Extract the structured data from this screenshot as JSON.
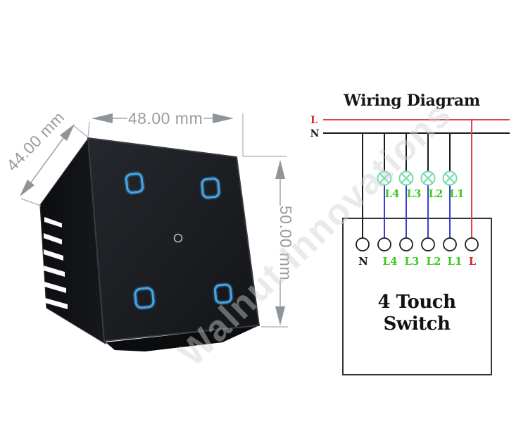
{
  "watermark": {
    "text": "Walnut Innovations"
  },
  "product": {
    "dimensions": {
      "width": "48.00 mm",
      "depth": "44.00 mm",
      "height": "50.00 mm"
    },
    "touch_button_count": 4,
    "colors": {
      "panel_black": "#1d1f23",
      "body_black": "#0f1013",
      "touch_button_blue": "#45a4e6",
      "dimension_gray": "#979c9f"
    }
  },
  "wiring": {
    "title": "Wiring Diagram",
    "live_label": "L",
    "neutral_label": "N",
    "lamp_labels": [
      "L4",
      "L3",
      "L2",
      "L1"
    ],
    "terminal_labels": [
      "N",
      "L4",
      "L3",
      "L2",
      "L1",
      "L"
    ],
    "switch_name_line1": "4 Touch",
    "switch_name_line2": "Switch",
    "colors": {
      "live_red": "#e04350",
      "label_red": "#d8232e",
      "neutral_black": "#1a1a1a",
      "load_blue": "#3d3ecb",
      "lamp_teal": "#6fdba8",
      "label_green": "#3ecb1f"
    }
  }
}
